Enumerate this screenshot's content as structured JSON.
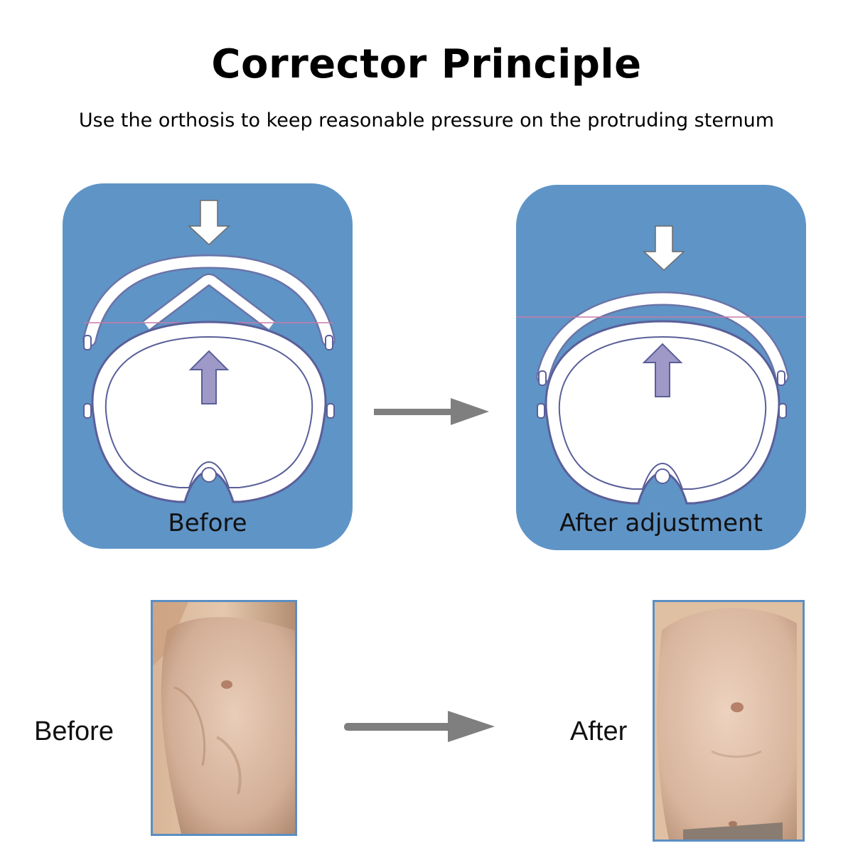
{
  "header": {
    "title": "Corrector Principle",
    "subtitle": "Use the orthosis to keep reasonable pressure on the protruding sternum"
  },
  "diagrams": {
    "before_label": "Before",
    "after_label": "After adjustment"
  },
  "photos": {
    "before_label": "Before",
    "after_label": "After"
  },
  "colors": {
    "panel_blue": "#5f94c6",
    "arrow_gray": "#7f7f7f",
    "photo_border": "#5b8ec3",
    "pressure_arrow": "#9f99c8"
  }
}
